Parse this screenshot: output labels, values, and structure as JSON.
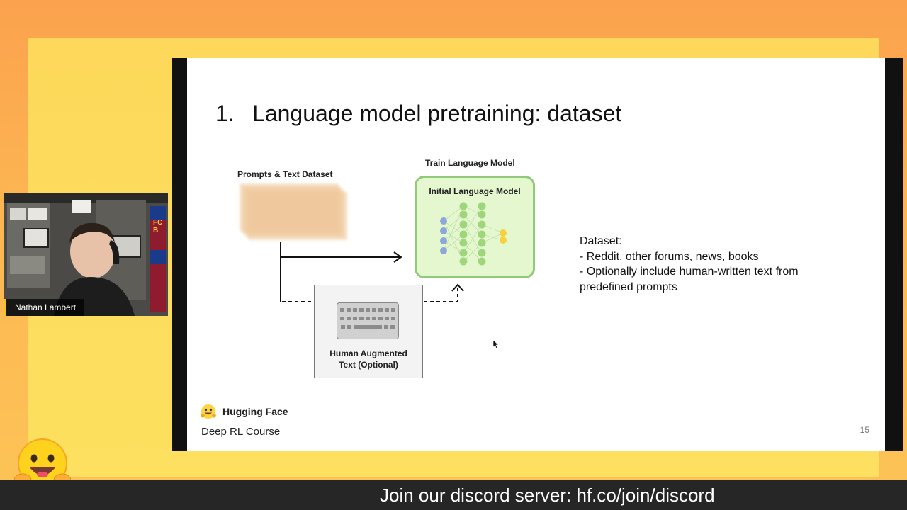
{
  "slide": {
    "title_number": "1.",
    "title_text": "Language model pretraining: dataset",
    "diagram": {
      "dataset_label": "Prompts & Text Dataset",
      "train_label": "Train Language Model",
      "model_title": "Initial Language Model",
      "human_box_line1": "Human Augmented",
      "human_box_line2": "Text (Optional)"
    },
    "dataset_notes": {
      "heading": "Dataset:",
      "line1": "- Reddit, other forums, news, books",
      "line2": "- Optionally include human-written text from",
      "line3": "predefined prompts"
    },
    "footer": {
      "brand": "Hugging Face",
      "course": "Deep RL Course",
      "page_number": "15"
    }
  },
  "webcam": {
    "speaker_name": "Nathan Lambert",
    "banner_letters": "FCB"
  },
  "banner": {
    "discord_text": "Join our discord server: hf.co/join/discord"
  },
  "colors": {
    "background_orange": "#fba24e",
    "panel_yellow": "#fdd85a",
    "model_green": "#e4f7cf",
    "model_border": "#93c97a",
    "node_green": "#9fd67c",
    "node_blue": "#8ba7dc",
    "node_yellow": "#f7d23e",
    "name_accent": "#f5c518"
  }
}
